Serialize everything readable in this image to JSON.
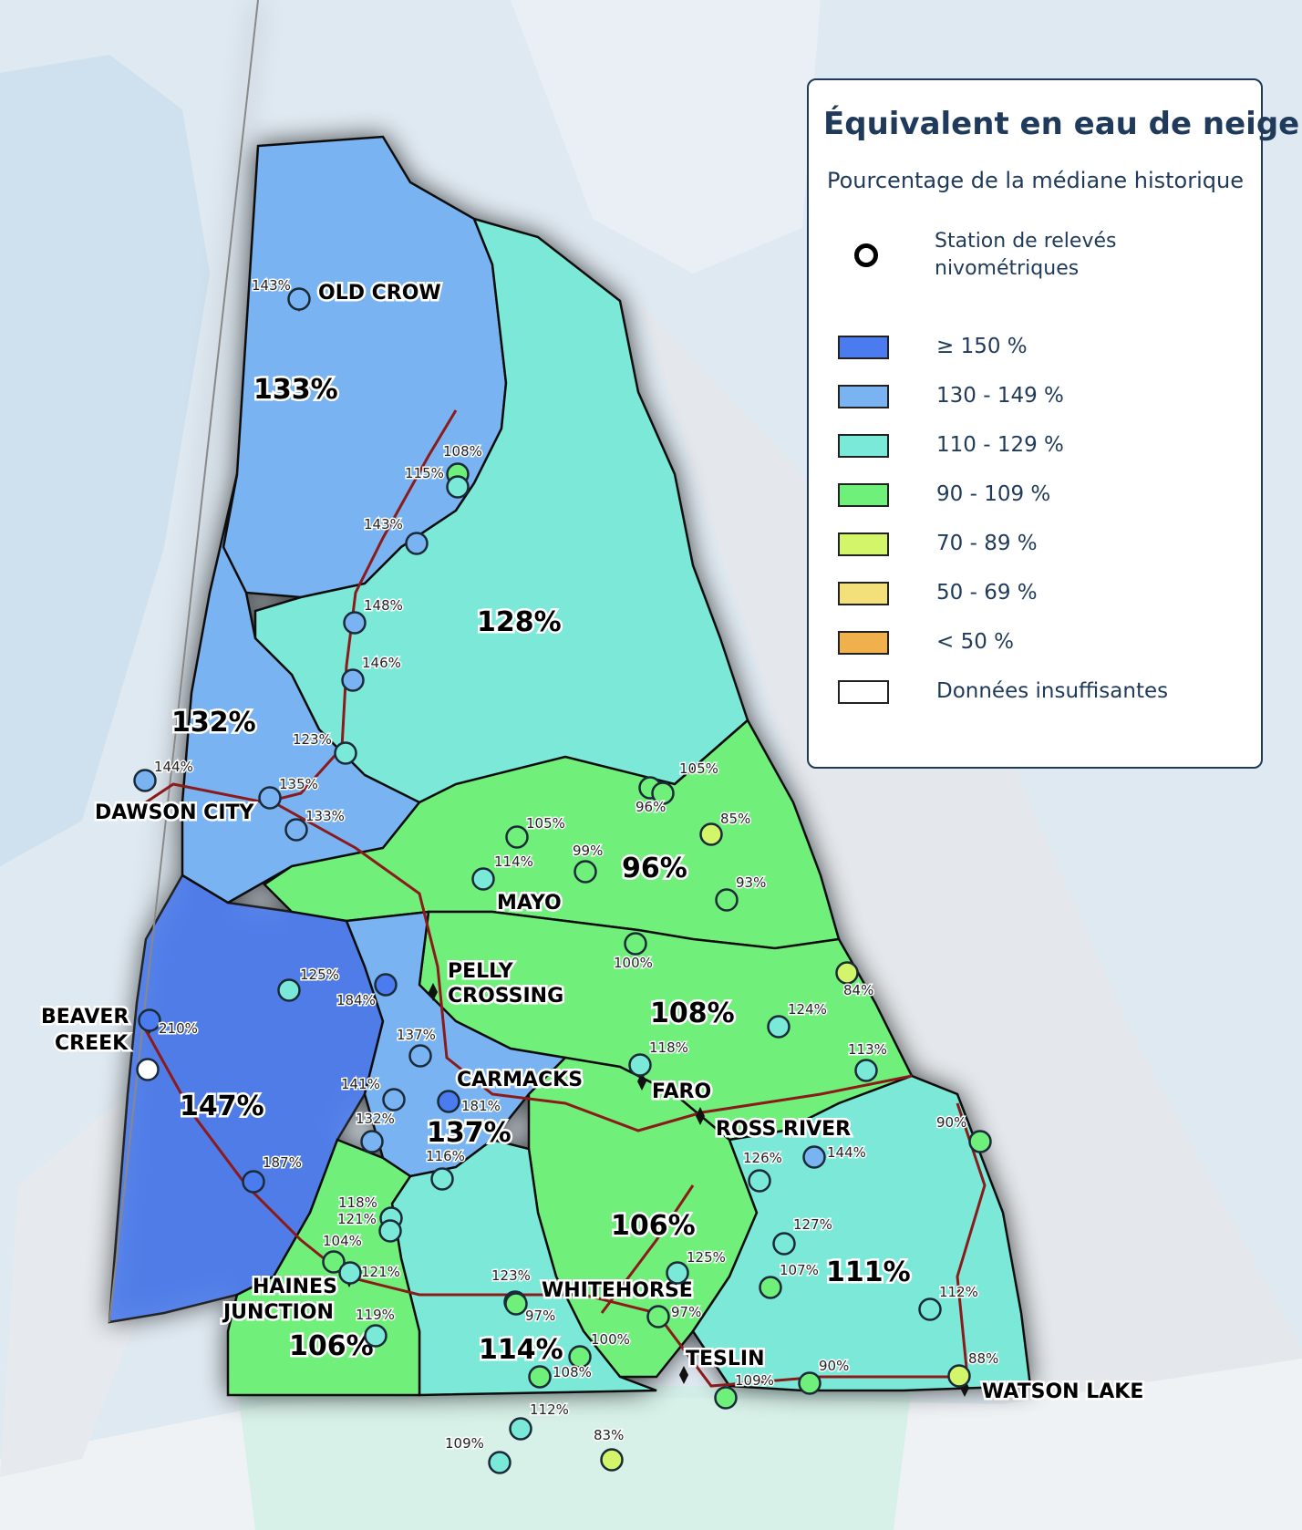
{
  "legend": {
    "title": "Équivalent en eau de neige",
    "subtitle": "Pourcentage de la médiane historique",
    "station_label": "Station de relevés nivométriques",
    "classes": [
      {
        "label": "≥ 150 %",
        "color": "#4a7cf0"
      },
      {
        "label": "130 - 149 %",
        "color": "#79b3f2"
      },
      {
        "label": "110 - 129 %",
        "color": "#7be9d8"
      },
      {
        "label": "90 - 109 %",
        "color": "#6ff07a"
      },
      {
        "label": "70 - 89 %",
        "color": "#d2f56a"
      },
      {
        "label": "50 - 69 %",
        "color": "#f4e07a"
      },
      {
        "label": "< 50 %",
        "color": "#f0b04c"
      },
      {
        "label": "Données insuffisantes",
        "color": "#ffffff"
      }
    ]
  },
  "basin_labels": [
    "133%",
    "128%",
    "132%",
    "96%",
    "108%",
    "147%",
    "137%",
    "106%",
    "111%",
    "106%",
    "114%"
  ],
  "communities": [
    "OLD CROW",
    "DAWSON CITY",
    "MAYO",
    "PELLY",
    "CROSSING",
    "BEAVER",
    "CREEK",
    "CARMACKS",
    "FARO",
    "ROSS RIVER",
    "HAINES",
    "JUNCTION",
    "WHITEHORSE",
    "TESLIN",
    "WATSON LAKE"
  ],
  "stations": [
    {
      "value": "143%",
      "class": 1
    },
    {
      "value": "108%",
      "class": 3
    },
    {
      "value": "115%",
      "class": 2
    },
    {
      "value": "143%",
      "class": 1
    },
    {
      "value": "148%",
      "class": 1
    },
    {
      "value": "146%",
      "class": 1
    },
    {
      "value": "144%",
      "class": 1
    },
    {
      "value": "123%",
      "class": 2
    },
    {
      "value": "135%",
      "class": 1
    },
    {
      "value": "133%",
      "class": 1
    },
    {
      "value": "105%",
      "class": 3
    },
    {
      "value": "96%",
      "class": 3
    },
    {
      "value": "85%",
      "class": 4
    },
    {
      "value": "105%",
      "class": 3
    },
    {
      "value": "114%",
      "class": 2
    },
    {
      "value": "99%",
      "class": 3
    },
    {
      "value": "93%",
      "class": 3
    },
    {
      "value": "100%",
      "class": 3
    },
    {
      "value": "84%",
      "class": 4
    },
    {
      "value": "125%",
      "class": 2
    },
    {
      "value": "184%",
      "class": 0
    },
    {
      "value": "210%",
      "class": 0
    },
    {
      "value": "",
      "class": 7
    },
    {
      "value": "124%",
      "class": 2
    },
    {
      "value": "137%",
      "class": 1
    },
    {
      "value": "118%",
      "class": 2
    },
    {
      "value": "113%",
      "class": 2
    },
    {
      "value": "141%",
      "class": 1
    },
    {
      "value": "181%",
      "class": 0
    },
    {
      "value": "132%",
      "class": 1
    },
    {
      "value": "90%",
      "class": 3
    },
    {
      "value": "144%",
      "class": 1
    },
    {
      "value": "126%",
      "class": 2
    },
    {
      "value": "187%",
      "class": 0
    },
    {
      "value": "116%",
      "class": 2
    },
    {
      "value": "118%",
      "class": 2
    },
    {
      "value": "121%",
      "class": 2
    },
    {
      "value": "127%",
      "class": 2
    },
    {
      "value": "104%",
      "class": 3
    },
    {
      "value": "121%",
      "class": 2
    },
    {
      "value": "125%",
      "class": 2
    },
    {
      "value": "107%",
      "class": 3
    },
    {
      "value": "123%",
      "class": 2
    },
    {
      "value": "112%",
      "class": 2
    },
    {
      "value": "97%",
      "class": 3
    },
    {
      "value": "97%",
      "class": 3
    },
    {
      "value": "119%",
      "class": 2
    },
    {
      "value": "100%",
      "class": 3
    },
    {
      "value": "88%",
      "class": 4
    },
    {
      "value": "108%",
      "class": 3
    },
    {
      "value": "109%",
      "class": 3
    },
    {
      "value": "90%",
      "class": 3
    },
    {
      "value": "112%",
      "class": 2
    },
    {
      "value": "109%",
      "class": 2
    },
    {
      "value": "83%",
      "class": 4
    }
  ]
}
